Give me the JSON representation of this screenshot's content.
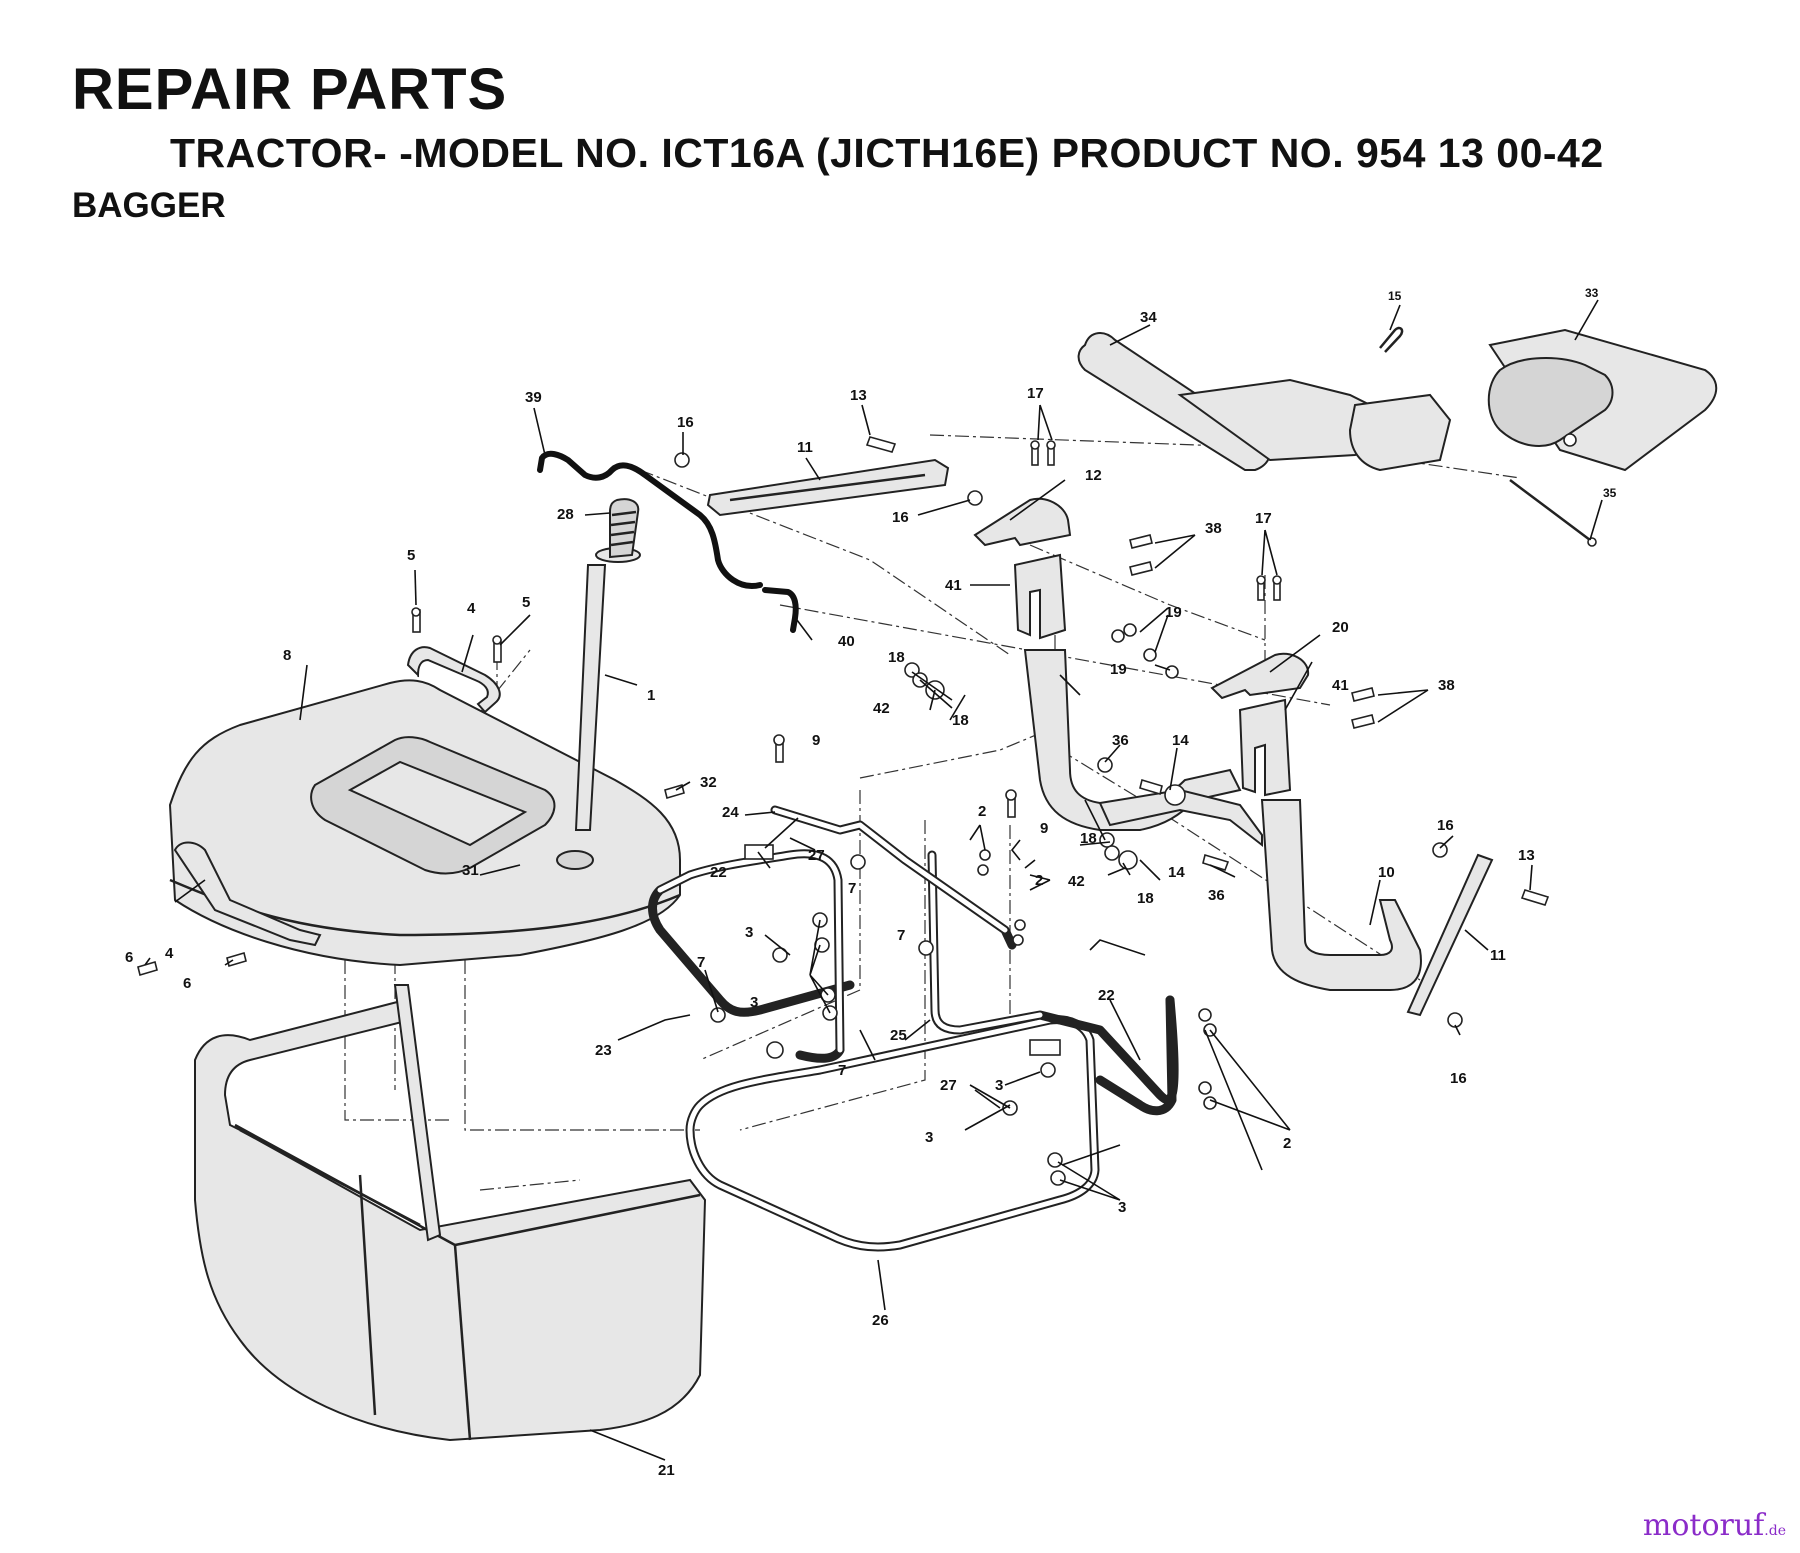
{
  "header": {
    "title": "REPAIR PARTS",
    "subtitle": "TRACTOR- -MODEL NO. ICT16A (JICTH16E) PRODUCT NO. 954 13 00-42",
    "section": "BAGGER"
  },
  "watermark": {
    "brand": "motoruf",
    "suffix": ".de"
  },
  "callouts": {
    "c1": "1",
    "c2a": "2",
    "c2b": "2",
    "c2c": "2",
    "c3a": "3",
    "c3b": "3",
    "c3c": "3",
    "c3d": "3",
    "c3e": "3",
    "c4a": "4",
    "c4b": "4",
    "c5a": "5",
    "c5b": "5",
    "c6a": "6",
    "c6b": "6",
    "c7a": "7",
    "c7b": "7",
    "c7c": "7",
    "c7d": "7",
    "c8": "8",
    "c9a": "9",
    "c9b": "9",
    "c10": "10",
    "c11a": "11",
    "c11b": "11",
    "c12": "12",
    "c13a": "13",
    "c13b": "13",
    "c14a": "14",
    "c14b": "14",
    "c15": "15",
    "c16a": "16",
    "c16b": "16",
    "c16c": "16",
    "c16d": "16",
    "c17a": "17",
    "c17b": "17",
    "c18a": "18",
    "c18b": "18",
    "c18c": "18",
    "c18d": "18",
    "c19a": "19",
    "c19b": "19",
    "c20": "20",
    "c21": "21",
    "c22a": "22",
    "c22b": "22",
    "c23": "23",
    "c24": "24",
    "c25": "25",
    "c26": "26",
    "c27a": "27",
    "c27b": "27",
    "c28": "28",
    "c31": "31",
    "c32": "32",
    "c33": "33",
    "c34": "34",
    "c35": "35",
    "c36a": "36",
    "c36b": "36",
    "c38a": "38",
    "c38b": "38",
    "c39": "39",
    "c40": "40",
    "c41a": "41",
    "c41b": "41",
    "c42a": "42",
    "c42b": "42"
  }
}
